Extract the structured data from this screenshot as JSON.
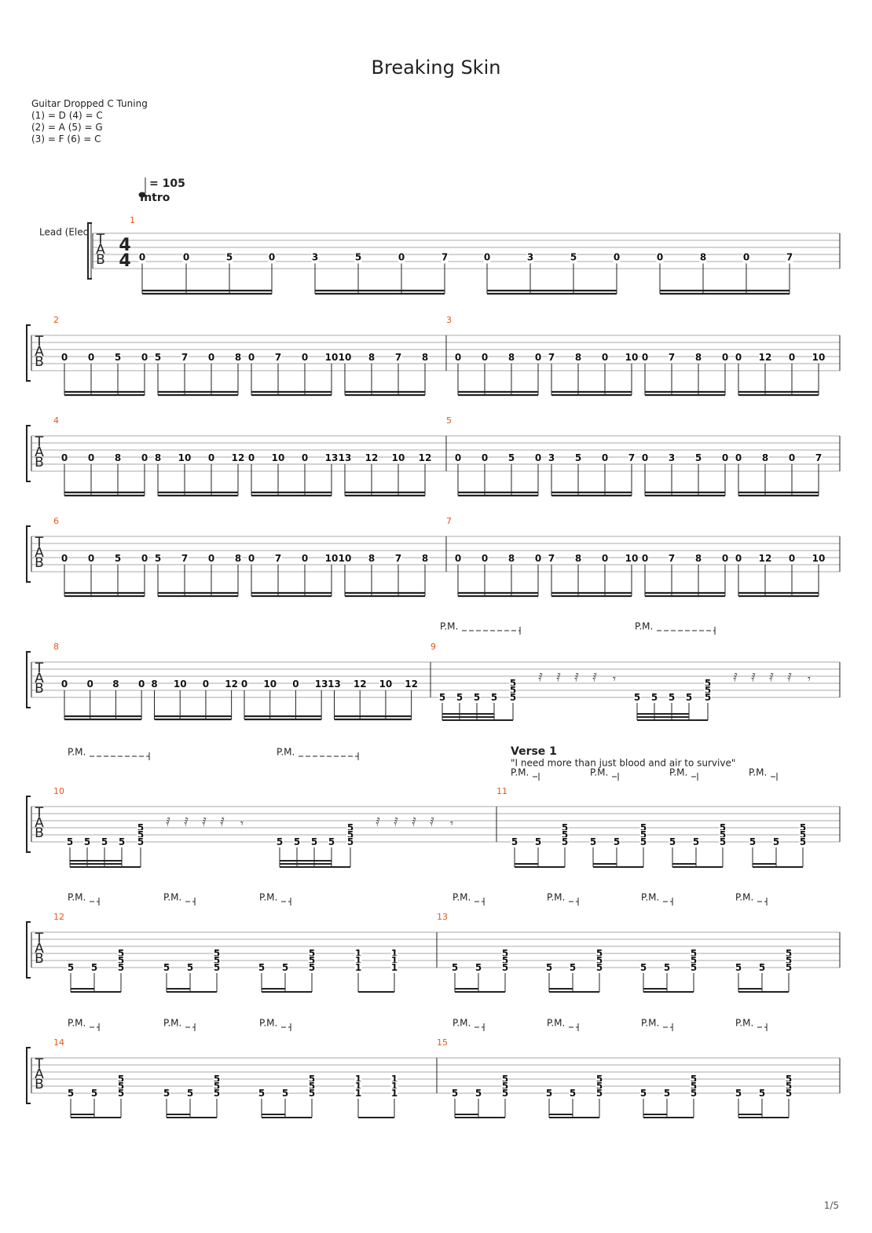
{
  "title": "Breaking Skin",
  "tuning": {
    "heading": "Guitar Dropped C Tuning",
    "lines": [
      "(1) = D (4) = C",
      "(2) = A (5) = G",
      "(3) = F (6) = C"
    ]
  },
  "tempo": {
    "symbol": "= 105",
    "section": "Intro"
  },
  "track_name": "Lead (Elec",
  "time_signature": [
    "4",
    "4"
  ],
  "tab_letters": [
    "T",
    "A",
    "B"
  ],
  "pm_label": "P.M.",
  "verse": {
    "label": "Verse 1",
    "lyric": "\"I need more than just blood and air to survive\""
  },
  "page_number": "1/5",
  "colors": {
    "measure_number": "#e8561c",
    "ink": "#222222",
    "staff_line": "#aaaaaa"
  },
  "measures": [
    {
      "number": "1",
      "notes": [
        "0",
        "0",
        "5",
        "0",
        "3",
        "5",
        "0",
        "7",
        "0",
        "3",
        "5",
        "0",
        "0",
        "8",
        "0",
        "7"
      ]
    },
    {
      "number": "2",
      "notes": [
        "0",
        "0",
        "5",
        "0",
        "5",
        "7",
        "0",
        "8",
        "0",
        "7",
        "0",
        "10",
        "10",
        "8",
        "7",
        "8"
      ]
    },
    {
      "number": "3",
      "notes": [
        "0",
        "0",
        "8",
        "0",
        "7",
        "8",
        "0",
        "10",
        "0",
        "7",
        "8",
        "0",
        "0",
        "12",
        "0",
        "10"
      ]
    },
    {
      "number": "4",
      "notes": [
        "0",
        "0",
        "8",
        "0",
        "8",
        "10",
        "0",
        "12",
        "0",
        "10",
        "0",
        "13",
        "13",
        "12",
        "10",
        "12"
      ]
    },
    {
      "number": "5",
      "notes": [
        "0",
        "0",
        "5",
        "0",
        "3",
        "5",
        "0",
        "7",
        "0",
        "3",
        "5",
        "0",
        "0",
        "8",
        "0",
        "7"
      ]
    },
    {
      "number": "6",
      "notes": [
        "0",
        "0",
        "5",
        "0",
        "5",
        "7",
        "0",
        "8",
        "0",
        "7",
        "0",
        "10",
        "10",
        "8",
        "7",
        "8"
      ]
    },
    {
      "number": "7",
      "notes": [
        "0",
        "0",
        "8",
        "0",
        "7",
        "8",
        "0",
        "10",
        "0",
        "7",
        "8",
        "0",
        "0",
        "12",
        "0",
        "10"
      ]
    },
    {
      "number": "8",
      "notes": [
        "0",
        "0",
        "8",
        "0",
        "8",
        "10",
        "0",
        "12",
        "0",
        "10",
        "0",
        "13",
        "13",
        "12",
        "10",
        "12"
      ]
    },
    {
      "number": "9",
      "single": "5",
      "chord": [
        "5",
        "5",
        "5"
      ]
    },
    {
      "number": "10",
      "single": "5",
      "chord": [
        "5",
        "5",
        "5"
      ]
    },
    {
      "number": "11",
      "single": "5",
      "chord": [
        "5",
        "5",
        "5"
      ]
    },
    {
      "number": "12",
      "single": "5",
      "chord": [
        "5",
        "5",
        "5"
      ],
      "alt_chord": [
        "1",
        "1",
        "1"
      ]
    },
    {
      "number": "13",
      "single": "5",
      "chord": [
        "5",
        "5",
        "5"
      ]
    },
    {
      "number": "14",
      "single": "5",
      "chord": [
        "5",
        "5",
        "5"
      ],
      "alt_chord": [
        "1",
        "1",
        "1"
      ]
    },
    {
      "number": "15",
      "single": "5",
      "chord": [
        "5",
        "5",
        "5"
      ]
    }
  ]
}
